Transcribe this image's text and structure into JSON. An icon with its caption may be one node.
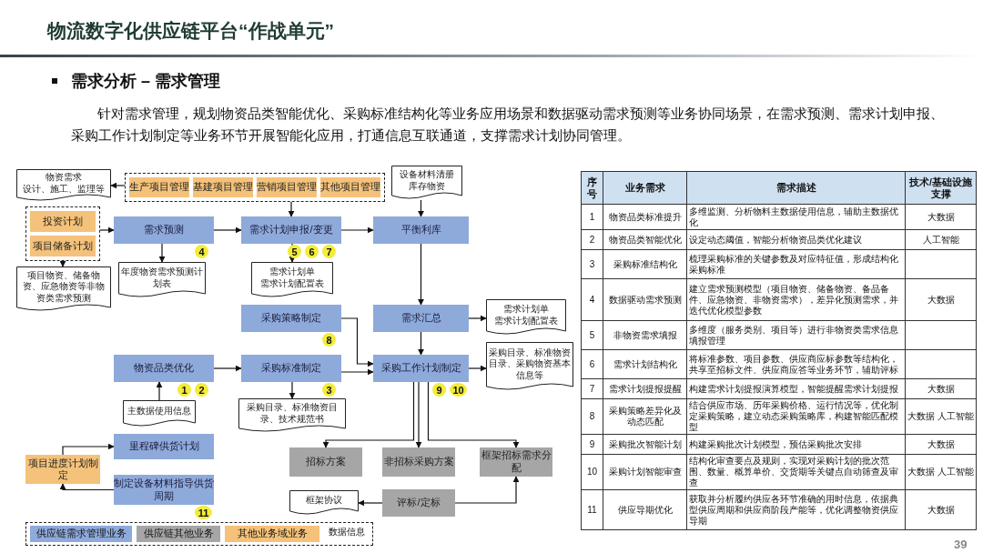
{
  "diagram": {
    "title": "物流数字化供应链平台“作战单元”",
    "nodes": [
      {
        "text": [],
        "shape": "box"
      },
      {
        "text": [
          "生产项目管理"
        ],
        "in": 0
      },
      {
        "text": [
          "基建项目管理"
        ],
        "in": 0
      },
      {
        "text": [
          "营销项目管理"
        ],
        "in": 0
      },
      {
        "text": [
          "其他项目管理"
        ],
        "in": 0
      },
      {
        "text": [
          "物资需求",
          "设计、施工、监理等"
        ]
      },
      {
        "text": [
          "设备材料清册",
          "库存物资"
        ]
      },
      {
        "text": [],
        "shape": "box"
      },
      {
        "text": [
          "投资计划"
        ],
        "in": 7
      },
      {
        "text": [
          "项目储备计划"
        ],
        "in": 7
      },
      {
        "text": [
          "项目物资、储备物资、应急物资等非物资类需求预测"
        ]
      },
      {
        "text": [
          "需求预测"
        ],
        "beside": [
          "4"
        ]
      },
      {
        "text": [
          "年度物资需求预测计划表"
        ]
      },
      {
        "text": [
          "需求计划申报/变更"
        ],
        "beside": [
          "5",
          "6",
          "7"
        ]
      },
      {
        "text": [
          "需求计划单",
          "需求计划配置表"
        ]
      },
      {
        "text": [
          "平衡利库"
        ]
      },
      {
        "text": [
          "采购策略制定"
        ],
        "beside": [
          "8"
        ]
      },
      {
        "text": [
          "需求汇总"
        ]
      },
      {
        "text": [
          "需求计划单",
          "需求计划配置表"
        ]
      },
      {
        "text": [
          "物资品类优化"
        ],
        "beside": [
          "1",
          "2"
        ]
      },
      {
        "text": [
          "主数据使用信息"
        ]
      },
      {
        "text": [
          "采购标准制定"
        ],
        "beside": [
          "3"
        ]
      },
      {
        "text": [
          "采购目录、标准物资目录、技术规范书"
        ]
      },
      {
        "text": [
          "采购工作计划制定"
        ],
        "beside": [
          "9",
          "10"
        ]
      },
      {
        "text": [
          "采购目录、标准物资目录、采购物资基本信息等"
        ]
      },
      {
        "text": [
          "招标方案"
        ]
      },
      {
        "text": [
          "非招标采购方案"
        ]
      },
      {
        "text": [
          "框架招标需求分配"
        ]
      },
      {
        "text": [
          "评标/定标"
        ]
      },
      {
        "text": [
          "框架协议"
        ]
      },
      {
        "text": [
          "项目进度计划制定"
        ]
      },
      {
        "text": [
          "里程碑供货计划"
        ]
      },
      {
        "text": [
          "制定设备材料指导供货周期"
        ],
        "beside": [
          "11"
        ]
      }
    ],
    "edges": [
      {
        "from": 0,
        "to": 5,
        "arrow": "to"
      },
      {
        "from": 0,
        "to": 13,
        "arrow": "to"
      },
      {
        "from": 7,
        "to": 11,
        "arrow": "to"
      },
      {
        "from": 7,
        "to": 10,
        "arrow": "to"
      },
      {
        "from": 11,
        "to": 12,
        "arrow": "to"
      },
      {
        "from": 11,
        "to": 13,
        "arrow": "to"
      },
      {
        "from": 13,
        "to": 14,
        "arrow": "to"
      },
      {
        "from": 13,
        "to": 15,
        "arrow": "to"
      },
      {
        "from": 6,
        "to": 15,
        "arrow": "to"
      },
      {
        "from": 15,
        "to": 17,
        "arrow": "to"
      },
      {
        "from": 17,
        "to": 18,
        "arrow": "to"
      },
      {
        "from": 17,
        "to": 23,
        "arrow": "to"
      },
      {
        "from": 16,
        "to": 23,
        "arrow": "to"
      },
      {
        "from": 21,
        "to": 23,
        "arrow": "to"
      },
      {
        "from": 23,
        "to": 24,
        "arrow": "to"
      },
      {
        "from": 19,
        "to": 21,
        "arrow": "to"
      },
      {
        "from": 20,
        "to": 19,
        "arrow": "to"
      },
      {
        "from": 21,
        "to": 22,
        "arrow": "to"
      },
      {
        "from": 23,
        "to": 25,
        "arrow": "to"
      },
      {
        "from": 23,
        "to": 26,
        "arrow": "to"
      },
      {
        "from": 23,
        "to": 27,
        "arrow": "to"
      },
      {
        "from": 28,
        "to": 27,
        "arrow": "to"
      },
      {
        "from": 28,
        "to": 29,
        "arrow": "to"
      },
      {
        "from": 30,
        "to": 31,
        "arrow": "to"
      },
      {
        "from": 32,
        "to": 30,
        "arrow": "to"
      }
    ],
    "labels": [
      "需求分析 – 需求管理",
      "针对需求管理，规划物资品类智能优化、采购标准结构化等业务应用场景和数据驱动需求预测等业务协同场景，在需求预测、需求计划申报、采购工作计划制定等业务环节开展智能化应用，打通信息互联通道，支撑需求计划协同管理。",
      "序号",
      "业务需求",
      "需求描述",
      "技术/基础设施支撑",
      "1",
      "物资品类标准提升",
      "多维监测、分析物料主数据使用信息，辅助主数据优化",
      "大数据",
      "2",
      "物资品类智能优化",
      "设定动态阈值，智能分析物资品类优化建议",
      "人工智能",
      "3",
      "采购标准结构化",
      "梳理采购标准的关键参数及对应特征值，形成结构化采购标准",
      "4",
      "数据驱动需求预测",
      "建立需求预测模型（项目物资、储备物资、备品备件、应急物资、非物资需求），差异化预测需求，并迭代优化模型参数",
      "大数据",
      "5",
      "非物资需求填报",
      "多维度（服务类别、项目等）进行非物资类需求信息填报管理",
      "6",
      "需求计划结构化",
      "将标准参数、项目参数、供应商应标参数等结构化，共享至招标文件、供应商应答等业务环节，辅助评标",
      "7",
      "需求计划提报提醒",
      "构建需求计划提报演算模型，智能提醒需求计划提报",
      "大数据",
      "8",
      "采购策略差异化及动态匹配",
      "结合供应市场、历年采购价格、运行情况等，优化制定采购策略，建立动态采购策略库，构建智能匹配模型",
      "大数据 人工智能",
      "9",
      "采购批次智能计划",
      "构建采购批次计划模型，预估采购批次安排",
      "大数据",
      "10",
      "采购计划智能审查",
      "结构化审查要点及规则，实现对采购计划的批次范围、数量、概算单价、交货期等关键点自动筛查及审查",
      "大数据 人工智能",
      "11",
      "供应导期优化",
      "获取并分析履约供应各环节准确的用时信息，依据典型供应周期和供应商阶段产能等，优化调整物资供应导期",
      "大数据",
      "39"
    ],
    "legend": [
      {
        "text": "供应链需求管理业务",
        "color": "#8eaadb"
      },
      {
        "text": "供应链其他业务",
        "color": "#a6a6a6"
      },
      {
        "text": "其他业务域业务",
        "color": "#f4c27a"
      },
      {
        "text": "数据信息"
      }
    ]
  }
}
